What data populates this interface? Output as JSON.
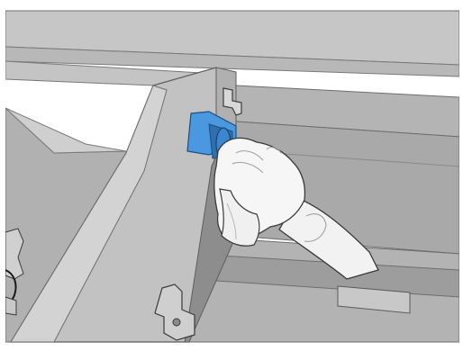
{
  "scene": {
    "subject": "gloved-hand-wiping-blue-printer-component",
    "colors": {
      "background": "#ffffff",
      "machine_light": "#c9c9c9",
      "machine_mid": "#a9a9a9",
      "machine_dark": "#6f6f6f",
      "machine_shadow": "#4f4f4f",
      "blue_part": "#3f90d8",
      "blue_shadow": "#2a6aa6",
      "glove": "#f4f4f4",
      "glove_shadow": "#d8d8d8",
      "outline": "#3a3a3a"
    },
    "objects": [
      {
        "name": "printer-frame",
        "icon": "machine-housing"
      },
      {
        "name": "blue-component",
        "icon": "component-part"
      },
      {
        "name": "gloved-hand",
        "icon": "hand-with-cloth"
      },
      {
        "name": "lower-bracket",
        "icon": "bracket"
      }
    ]
  }
}
